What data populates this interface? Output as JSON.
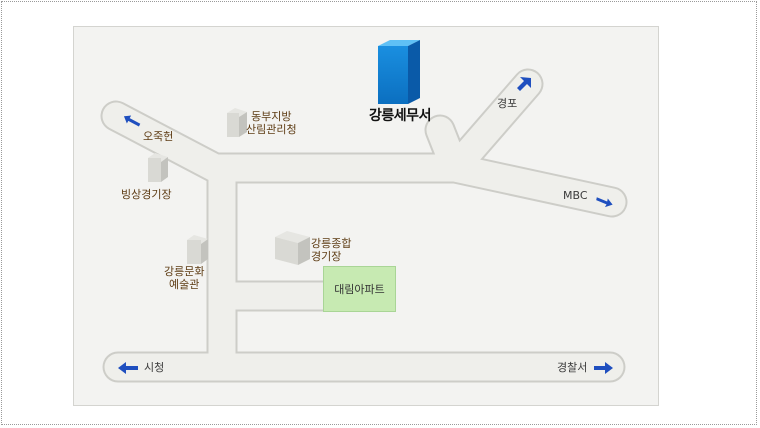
{
  "map": {
    "destination": "강릉세무서",
    "landmarks": {
      "dongbu": [
        "동부지방",
        "산림관리청"
      ],
      "ojukheon": "오죽헌",
      "ice_rink": "빙상경기장",
      "munhwa": [
        "강릉문화",
        "예술관"
      ],
      "stadium": [
        "강릉종합",
        "경기장"
      ],
      "apartment": "대림아파트",
      "gyeongpo": "경포",
      "mbc": "MBC",
      "city_hall": "시청",
      "police": "경찰서"
    },
    "colors": {
      "road_fill": "#efefeb",
      "road_edge": "#cdcdc8",
      "arrow": "#1f4fbf",
      "building": "#1e8ed8",
      "apartment": "#c7eab2"
    }
  }
}
